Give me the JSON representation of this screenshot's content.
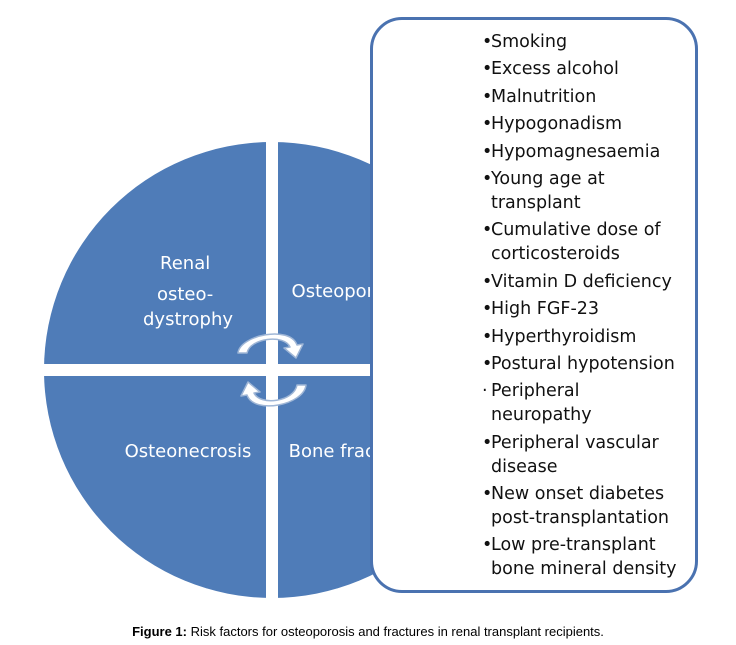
{
  "quadrants": {
    "top_left": {
      "lines": [
        "Renal",
        "osteo-",
        "dystrophy"
      ]
    },
    "top_right": {
      "label": "Osteoporosis"
    },
    "bottom_left": {
      "label": "Osteonecrosis"
    },
    "bottom_right": {
      "label": "Bone fracture"
    }
  },
  "colors": {
    "circle_fill": "#4f7cb8",
    "divider": "#ffffff",
    "panel_border": "#4a72b0",
    "arrow_fill": "#ffffff",
    "arrow_stroke": "#9fb6d6"
  },
  "risk_factors": [
    {
      "bullet": "•",
      "lines": [
        "Smoking"
      ]
    },
    {
      "bullet": "•",
      "lines": [
        "Excess alcohol"
      ]
    },
    {
      "bullet": "•",
      "lines": [
        "Malnutrition"
      ]
    },
    {
      "bullet": "•",
      "lines": [
        "Hypogonadism"
      ]
    },
    {
      "bullet": "•",
      "lines": [
        "Hypomagnesaemia"
      ]
    },
    {
      "bullet": "•",
      "lines": [
        "Young age at",
        "transplant"
      ]
    },
    {
      "bullet": "•",
      "lines": [
        "Cumulative dose of",
        "corticosteroids"
      ]
    },
    {
      "bullet": "•",
      "lines": [
        "Vitamin D deficiency"
      ]
    },
    {
      "bullet": "•",
      "lines": [
        "High FGF-23"
      ]
    },
    {
      "bullet": "•",
      "lines": [
        "Hyperthyroidism"
      ]
    },
    {
      "bullet": "•",
      "lines": [
        "Postural hypotension"
      ]
    },
    {
      "bullet": "·",
      "lines": [
        "Peripheral",
        "neuropathy"
      ]
    },
    {
      "bullet": "•",
      "lines": [
        "Peripheral vascular",
        "disease"
      ]
    },
    {
      "bullet": "•",
      "lines": [
        "New onset diabetes",
        "post-transplantation"
      ]
    },
    {
      "bullet": "•",
      "lines": [
        "Low pre-transplant",
        "bone mineral density"
      ]
    }
  ],
  "caption": {
    "label": "Figure 1:",
    "text": " Risk factors for osteoporosis and fractures in renal transplant recipients."
  }
}
